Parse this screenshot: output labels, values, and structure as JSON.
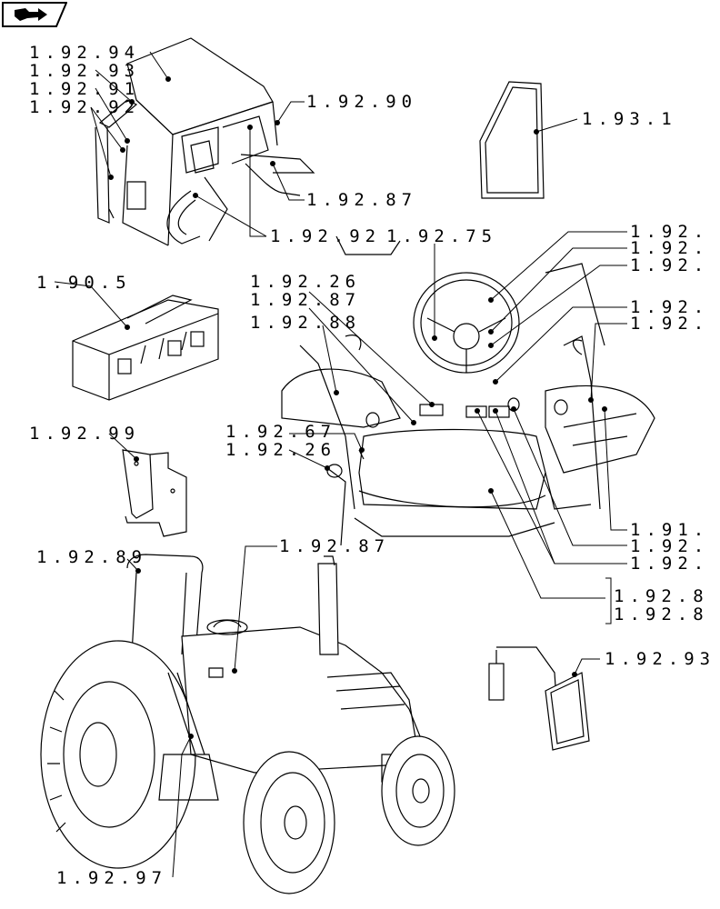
{
  "nav": {
    "icon": "next-page-arrow-icon"
  },
  "labels": [
    "1.92.94",
    "1.92.93",
    "1.92.91",
    "1.92.92",
    "1.92.90",
    "1.93.1",
    "1.92.87",
    "1.92.92",
    "1.92.75",
    "1.92.",
    "1.92.",
    "1.92.",
    "1.90.5",
    "1.92.26",
    "1.92.87",
    "1.92.88",
    "1.92.",
    "1.92.",
    "1.92.99",
    "1.92.67",
    "1.92.26",
    "1.91.",
    "1.92.",
    "1.92.",
    "1.92.8",
    "1.92.8",
    "1.92.89",
    "1.92.87",
    "1.92.93",
    "1.92.97"
  ]
}
